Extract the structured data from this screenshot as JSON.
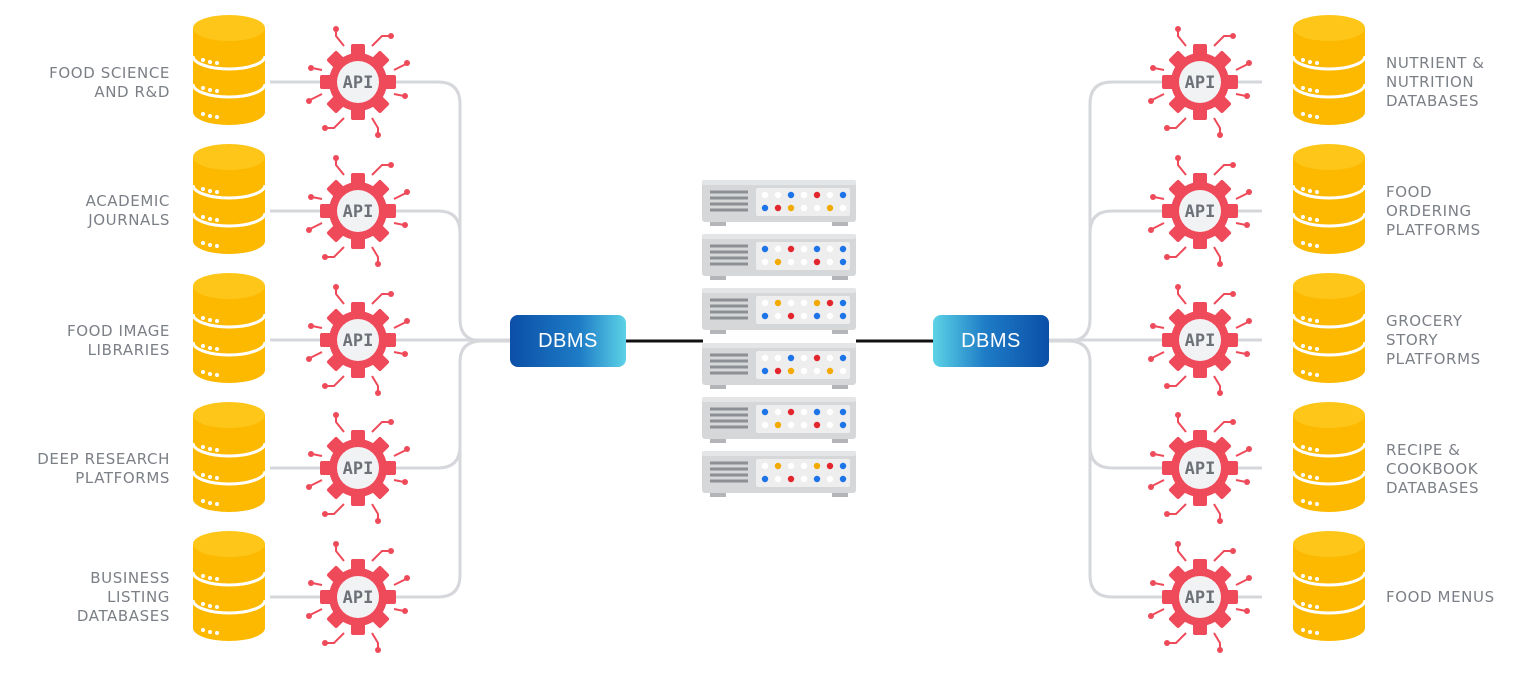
{
  "colors": {
    "database": "#fcb900",
    "database_dark": "#f2a900",
    "api_gear": "#ef4a5a",
    "connector_line": "#d5d7db",
    "server_body": "#d6d7d9",
    "label_text": "#7b7f86",
    "led_blue": "#1d73e8",
    "led_red": "#e3262d",
    "led_yellow": "#f2a900"
  },
  "api_label": "API",
  "center": {
    "dbms_left": "DBMS",
    "dbms_right": "DBMS",
    "server_icon": "server-rack-icon"
  },
  "left_sources": [
    {
      "label": "FOOD SCIENCE\nAND R&D"
    },
    {
      "label": "ACADEMIC\nJOURNALS"
    },
    {
      "label": "FOOD IMAGE\nLIBRARIES"
    },
    {
      "label": "DEEP RESEARCH\nPLATFORMS"
    },
    {
      "label": "BUSINESS\nLISTING\nDATABASES"
    }
  ],
  "right_sources": [
    {
      "label": "NUTRIENT &\nNUTRITION\nDATABASES"
    },
    {
      "label": "FOOD\nORDERING\nPLATFORMS"
    },
    {
      "label": "GROCERY\nSTORY\nPLATFORMS"
    },
    {
      "label": "RECIPE &\nCOOKBOOK\nDATABASES"
    },
    {
      "label": "FOOD MENUS"
    }
  ]
}
